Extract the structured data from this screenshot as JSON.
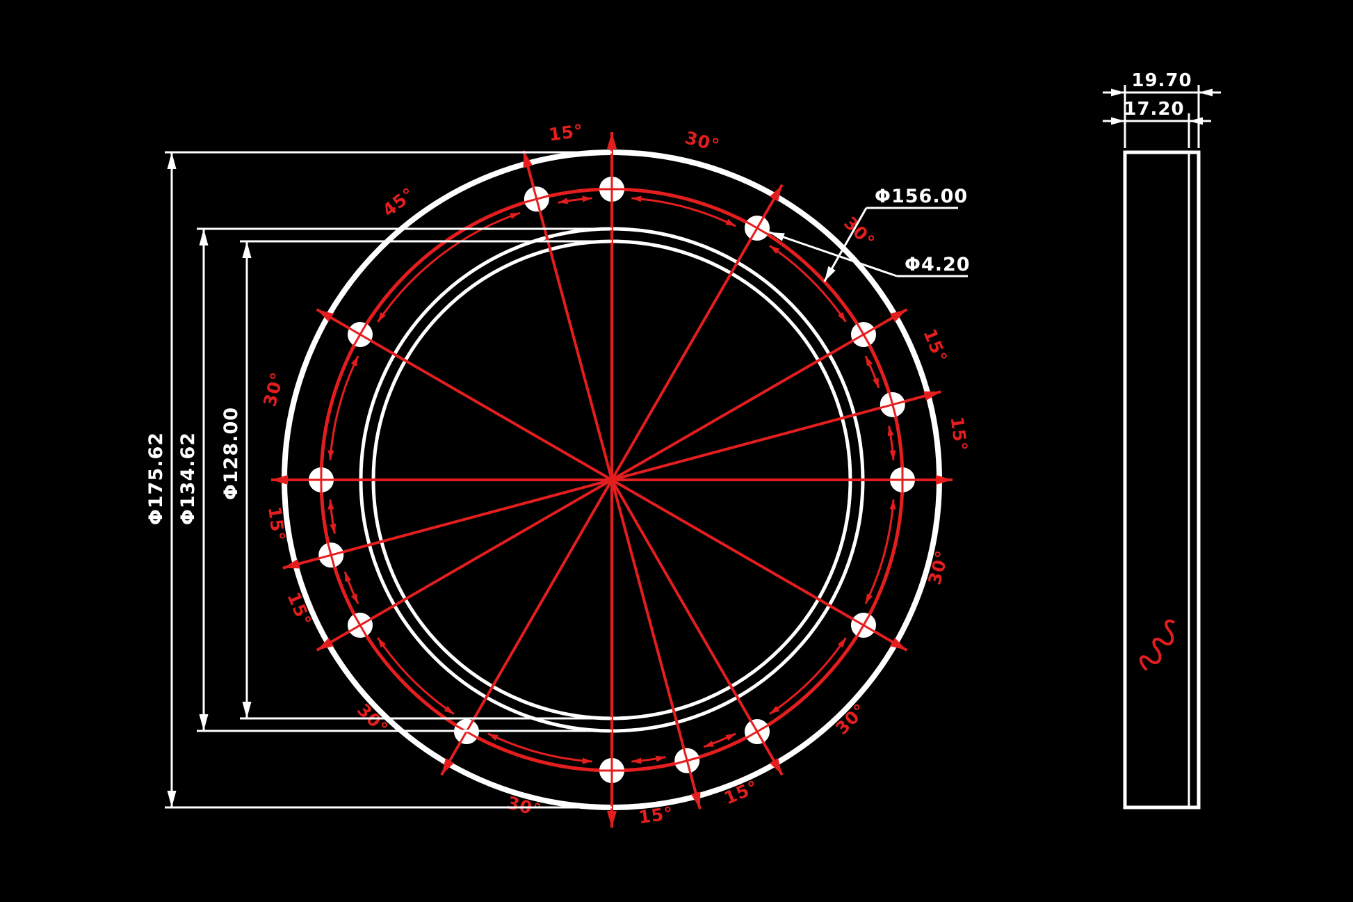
{
  "colors": {
    "background": "#000000",
    "line_white": "#ffffff",
    "dimension_red": "#e41e1e"
  },
  "front_view": {
    "diameter_dims": [
      {
        "label": "Φ175.62"
      },
      {
        "label": "Φ134.62"
      },
      {
        "label": "Φ128.00"
      }
    ],
    "bolt_circle_dim": {
      "label": "Φ156.00"
    },
    "hole_dim": {
      "label": "Φ4.20"
    },
    "bolt_holes_deg": [
      0,
      30,
      60,
      75,
      90,
      120,
      150,
      165,
      180,
      210,
      240,
      255,
      270,
      300,
      345
    ],
    "angle_dims": [
      {
        "from": 0,
        "to": 30,
        "label": "30°"
      },
      {
        "from": 30,
        "to": 60,
        "label": "30°"
      },
      {
        "from": 60,
        "to": 75,
        "label": "15°"
      },
      {
        "from": 75,
        "to": 90,
        "label": "15°"
      },
      {
        "from": 90,
        "to": 120,
        "label": "30°"
      },
      {
        "from": 120,
        "to": 150,
        "label": "30°"
      },
      {
        "from": 150,
        "to": 165,
        "label": "15°"
      },
      {
        "from": 165,
        "to": 180,
        "label": "15°"
      },
      {
        "from": 180,
        "to": 210,
        "label": "30°"
      },
      {
        "from": 210,
        "to": 240,
        "label": "30°"
      },
      {
        "from": 240,
        "to": 255,
        "label": "15°"
      },
      {
        "from": 255,
        "to": 270,
        "label": "15°"
      },
      {
        "from": 270,
        "to": 300,
        "label": "30°"
      },
      {
        "from": 300,
        "to": 345,
        "label": "45°"
      },
      {
        "from": 345,
        "to": 360,
        "label": "15°"
      }
    ]
  },
  "side_view": {
    "thickness_dim": {
      "label": "19.70"
    },
    "step_dim": {
      "label": "17.20"
    }
  }
}
